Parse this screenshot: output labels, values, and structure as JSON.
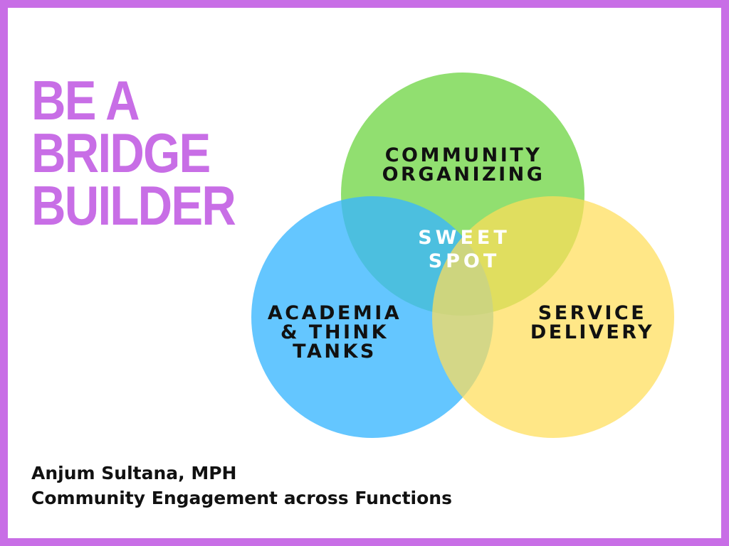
{
  "title": {
    "lines": [
      "BE A",
      "BRIDGE",
      "BUILDER"
    ]
  },
  "venn": {
    "circles": {
      "community": {
        "label_lines": [
          "COMMUNITY",
          "ORGANIZING"
        ],
        "color": "#7ed957"
      },
      "academia": {
        "label_lines": [
          "ACADEMIA",
          "& THINK",
          "TANKS"
        ],
        "color": "#38b6ff"
      },
      "service": {
        "label_lines": [
          "SERVICE",
          "DELIVERY"
        ],
        "color": "#ffde59"
      }
    },
    "center": {
      "label_lines": [
        "SWEET",
        "SPOT"
      ]
    }
  },
  "footer": {
    "author": "Anjum Sultana, MPH",
    "subtitle": "Community Engagement across Functions"
  },
  "colors": {
    "accent": "#c86ee6",
    "label_text": "#111111",
    "center_text": "#ffffff"
  }
}
